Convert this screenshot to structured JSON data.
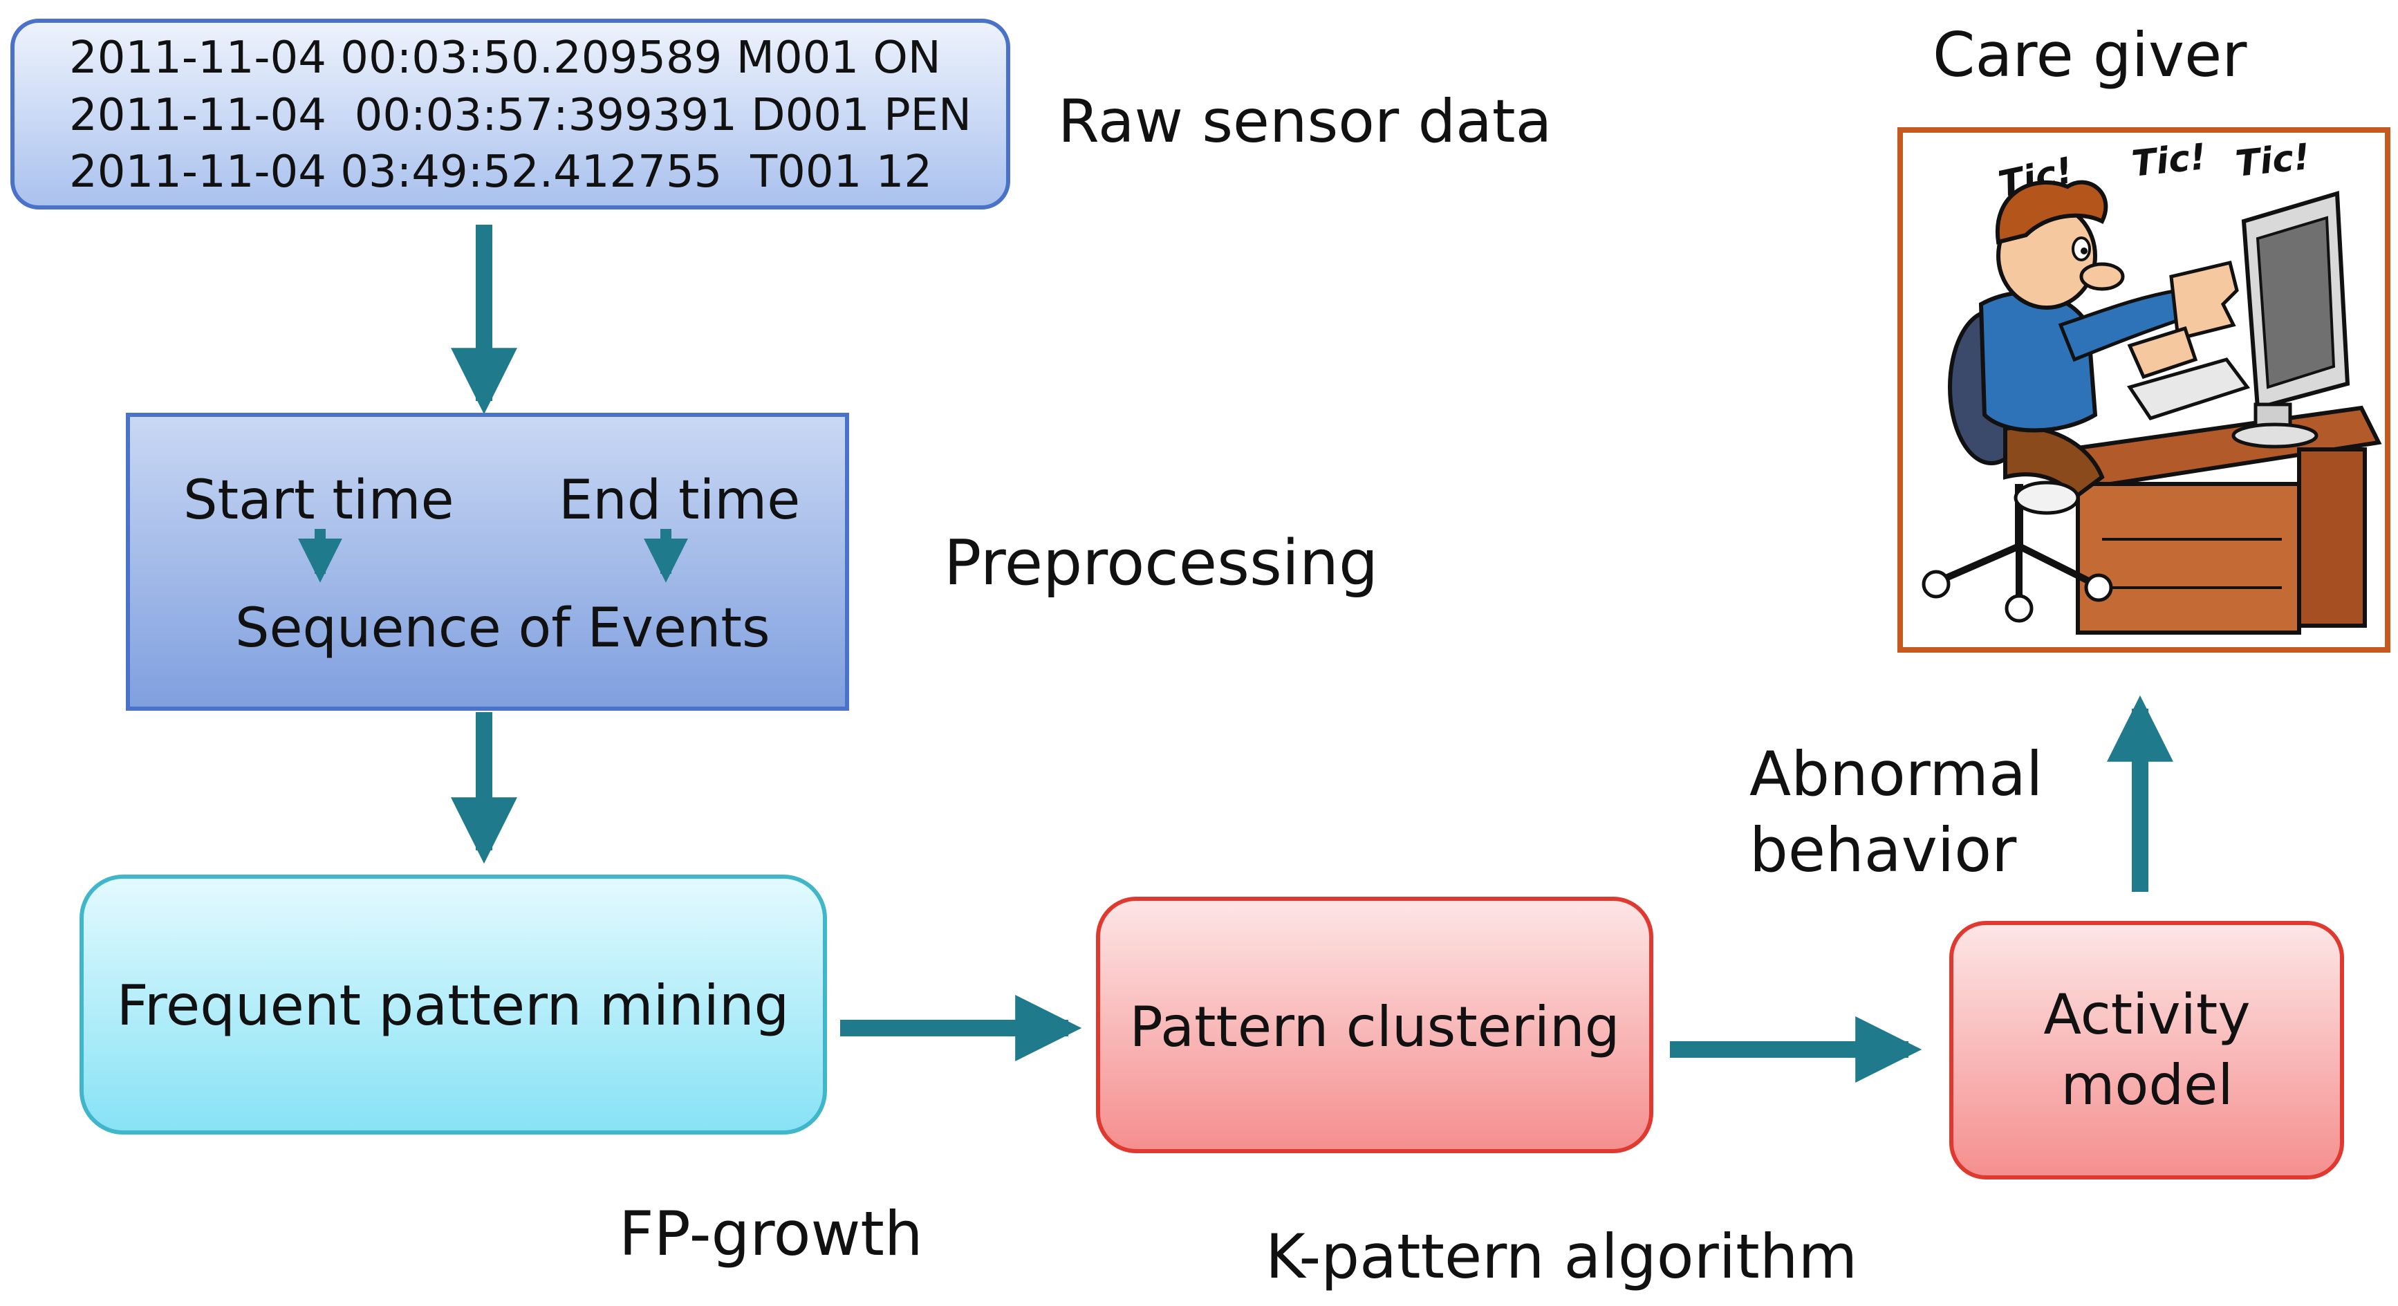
{
  "raw_sensor": {
    "lines": [
      "2011-11-04 00:03:50.209589 M001 ON",
      "2011-11-04  00:03:57:399391 D001 PEN",
      "2011-11-04 03:49:52.412755  T001 12"
    ],
    "label": "Raw sensor data"
  },
  "preprocessing": {
    "start_time": "Start time",
    "end_time": "End time",
    "sequence": "Sequence of Events",
    "label": "Preprocessing"
  },
  "mining": {
    "box_label": "Frequent pattern mining",
    "method_label": "FP-growth"
  },
  "clustering": {
    "box_label": "Pattern clustering",
    "method_label": "K-pattern algorithm"
  },
  "activity": {
    "line1": "Activity",
    "line2": "model"
  },
  "abnormal": {
    "line1": "Abnormal",
    "line2": "behavior"
  },
  "caregiver": {
    "label": "Care giver",
    "tic1": "Tic!",
    "tic2": "Tic!",
    "tic3": "Tic!"
  },
  "colors": {
    "arrow": "#1f7a8c",
    "blue_box_border": "#4a72c9",
    "cyan_box_border": "#3fb6c9",
    "red_box_border": "#e0392f",
    "caregiver_border": "#c65a1e"
  }
}
